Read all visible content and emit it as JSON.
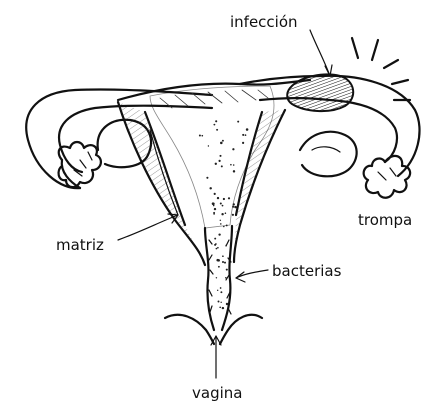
{
  "labels": {
    "infeccion": "infección",
    "trompa": "trompa",
    "matriz": "matriz",
    "bacterias": "bacterias",
    "vagina": "vagina"
  },
  "colors": {
    "ink": "#111111",
    "background": "#ffffff"
  }
}
